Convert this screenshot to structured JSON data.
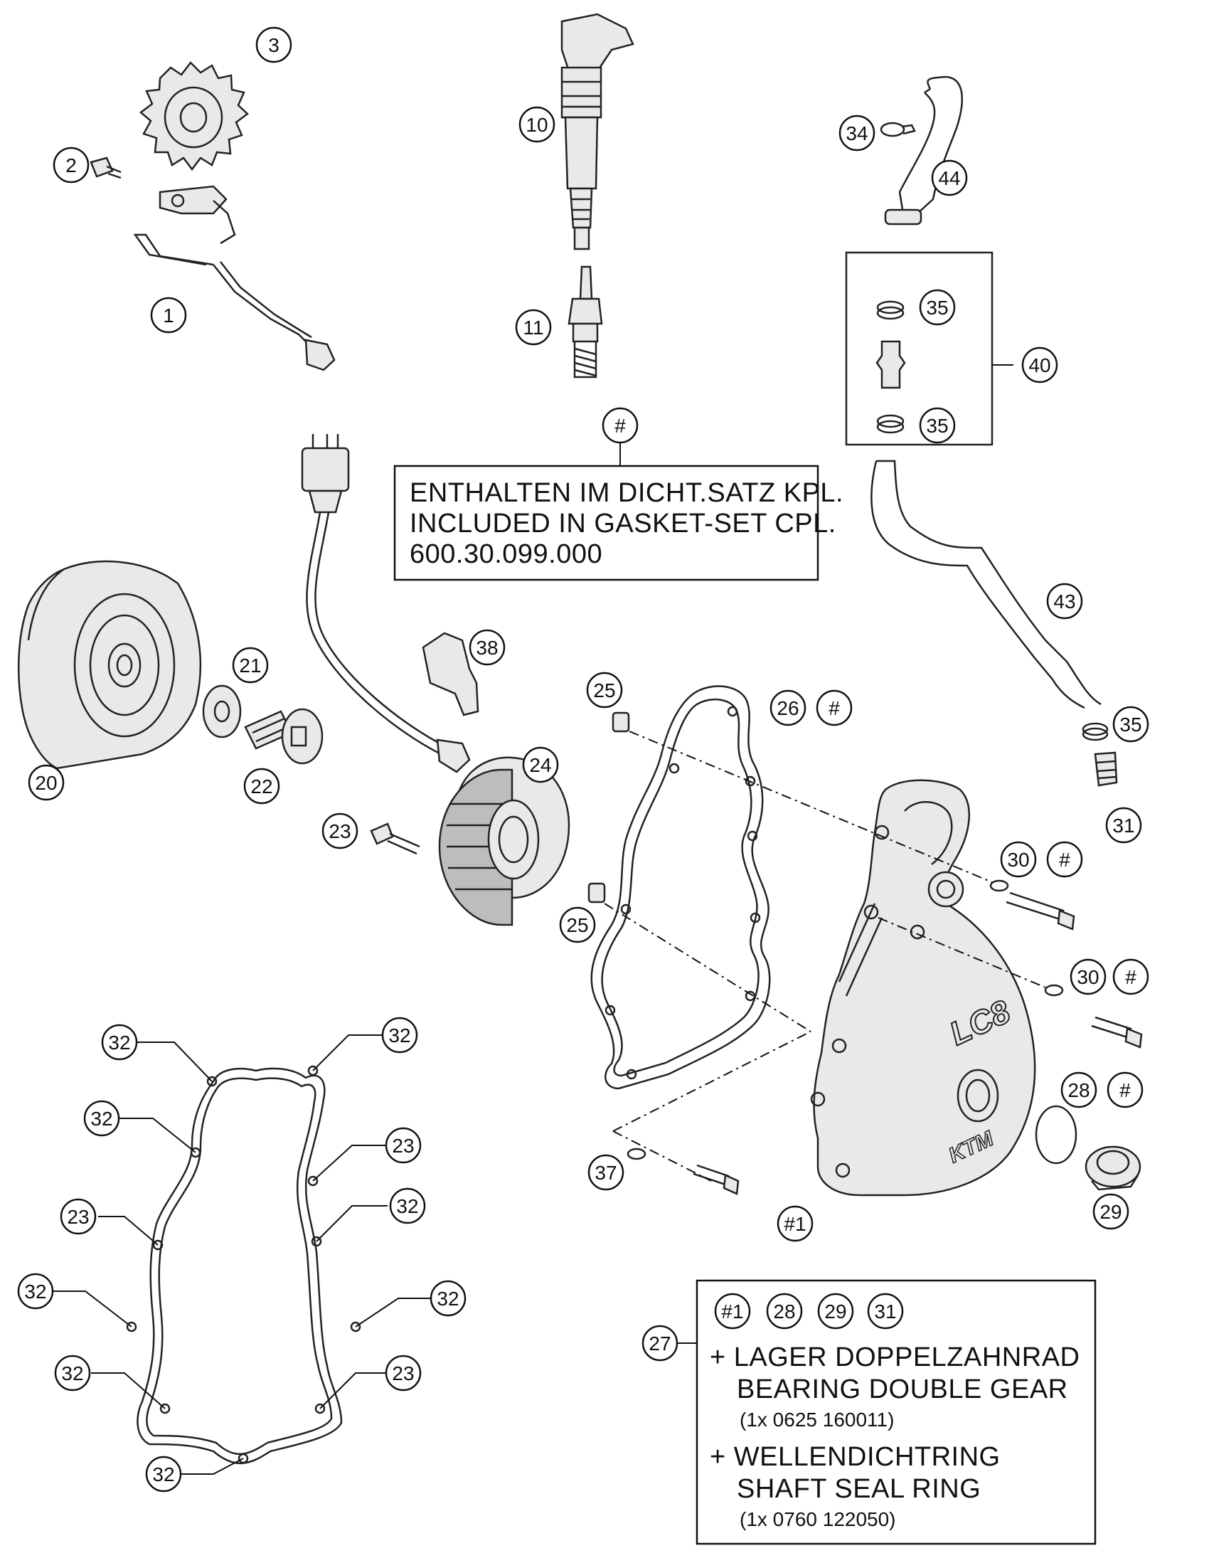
{
  "callouts": [
    {
      "id": "c1",
      "label": "1"
    },
    {
      "id": "c2",
      "label": "2"
    },
    {
      "id": "c3",
      "label": "3"
    },
    {
      "id": "c10",
      "label": "10"
    },
    {
      "id": "c11",
      "label": "11"
    },
    {
      "id": "c34",
      "label": "34"
    },
    {
      "id": "c44",
      "label": "44"
    },
    {
      "id": "c35a",
      "label": "35"
    },
    {
      "id": "c35b",
      "label": "35"
    },
    {
      "id": "c40",
      "label": "40"
    },
    {
      "id": "cHash0",
      "label": "#"
    },
    {
      "id": "c43",
      "label": "43"
    },
    {
      "id": "c38",
      "label": "38"
    },
    {
      "id": "c21",
      "label": "21"
    },
    {
      "id": "c20",
      "label": "20"
    },
    {
      "id": "c22",
      "label": "22"
    },
    {
      "id": "c24",
      "label": "24"
    },
    {
      "id": "c23a",
      "label": "23"
    },
    {
      "id": "c25a",
      "label": "25"
    },
    {
      "id": "c26",
      "label": "26"
    },
    {
      "id": "cHash1",
      "label": "#"
    },
    {
      "id": "c35c",
      "label": "35"
    },
    {
      "id": "c31",
      "label": "31"
    },
    {
      "id": "c30a",
      "label": "30"
    },
    {
      "id": "cHash2",
      "label": "#"
    },
    {
      "id": "c25b",
      "label": "25"
    },
    {
      "id": "c30b",
      "label": "30"
    },
    {
      "id": "cHash3",
      "label": "#"
    },
    {
      "id": "c28",
      "label": "28"
    },
    {
      "id": "cHash4",
      "label": "#"
    },
    {
      "id": "c37",
      "label": "37"
    },
    {
      "id": "cH1",
      "label": "#1"
    },
    {
      "id": "c29",
      "label": "29"
    },
    {
      "id": "c32a",
      "label": "32"
    },
    {
      "id": "c32b",
      "label": "32"
    },
    {
      "id": "c32c",
      "label": "32"
    },
    {
      "id": "c23b",
      "label": "23"
    },
    {
      "id": "c32d",
      "label": "32"
    },
    {
      "id": "c23c",
      "label": "23"
    },
    {
      "id": "c32e",
      "label": "32"
    },
    {
      "id": "c32f",
      "label": "32"
    },
    {
      "id": "c32g",
      "label": "32"
    },
    {
      "id": "c23d",
      "label": "23"
    },
    {
      "id": "c32h",
      "label": "32"
    },
    {
      "id": "c27",
      "label": "27"
    },
    {
      "id": "k1",
      "label": "#1"
    },
    {
      "id": "k28",
      "label": "28"
    },
    {
      "id": "k29",
      "label": "29"
    },
    {
      "id": "k31",
      "label": "31"
    }
  ],
  "gasket_note": {
    "line1": "ENTHALTEN IM DICHT.SATZ KPL.",
    "line2": "INCLUDED IN GASKET-SET CPL.",
    "line3": "600.30.099.000"
  },
  "kit_note": {
    "item1_de": "+ LAGER DOPPELZAHNRAD",
    "item1_en": "BEARING DOUBLE GEAR",
    "item1_pn": "(1x 0625 160011)",
    "item2_de": "+ WELLENDICHTRING",
    "item2_en": "SHAFT SEAL RING",
    "item2_pn": "(1x 0760 122050)"
  },
  "cover_logo": {
    "line1": "LC8",
    "line2": "KTM"
  }
}
